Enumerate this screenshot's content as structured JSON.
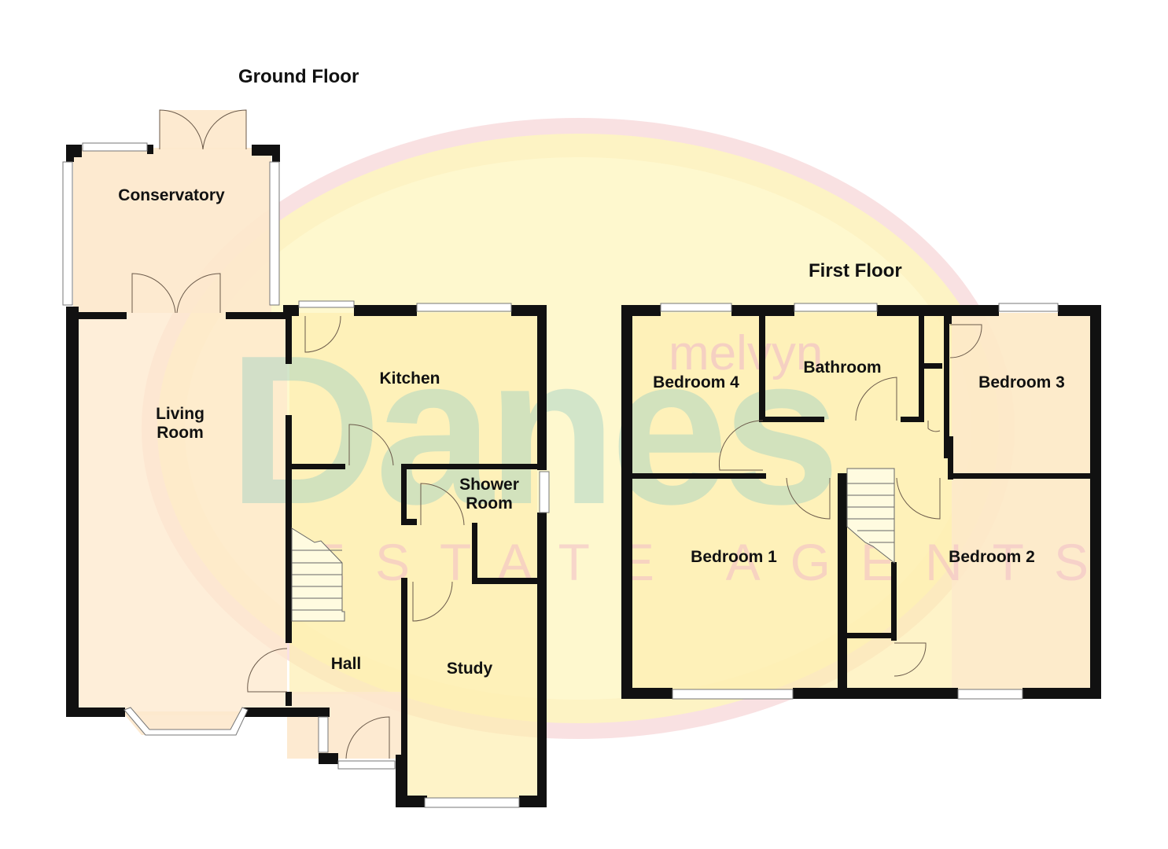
{
  "titles": {
    "ground_floor": "Ground Floor",
    "first_floor": "First Floor"
  },
  "watermark": {
    "line1": "melvyn",
    "line2": "Danes",
    "line3": "ESTATE AGENTS",
    "colors": {
      "ring": "#f6cfd2",
      "inner": "#fdf6c0",
      "letters": "#9fd0c4"
    }
  },
  "ground_floor": {
    "rooms": [
      {
        "name": "Conservatory"
      },
      {
        "name": "Living Room",
        "line1": "Living",
        "line2": "Room"
      },
      {
        "name": "Kitchen"
      },
      {
        "name": "Shower Room",
        "line1": "Shower",
        "line2": "Room"
      },
      {
        "name": "Hall"
      },
      {
        "name": "Study"
      }
    ]
  },
  "first_floor": {
    "rooms": [
      {
        "name": "Bedroom 4"
      },
      {
        "name": "Bathroom"
      },
      {
        "name": "Bedroom 3"
      },
      {
        "name": "Bedroom 1"
      },
      {
        "name": "Bedroom 2"
      }
    ]
  },
  "colors": {
    "wall": "#111111",
    "room_fill_warm": "#fde8cc",
    "room_fill_yellow": "#fdeeb0"
  }
}
